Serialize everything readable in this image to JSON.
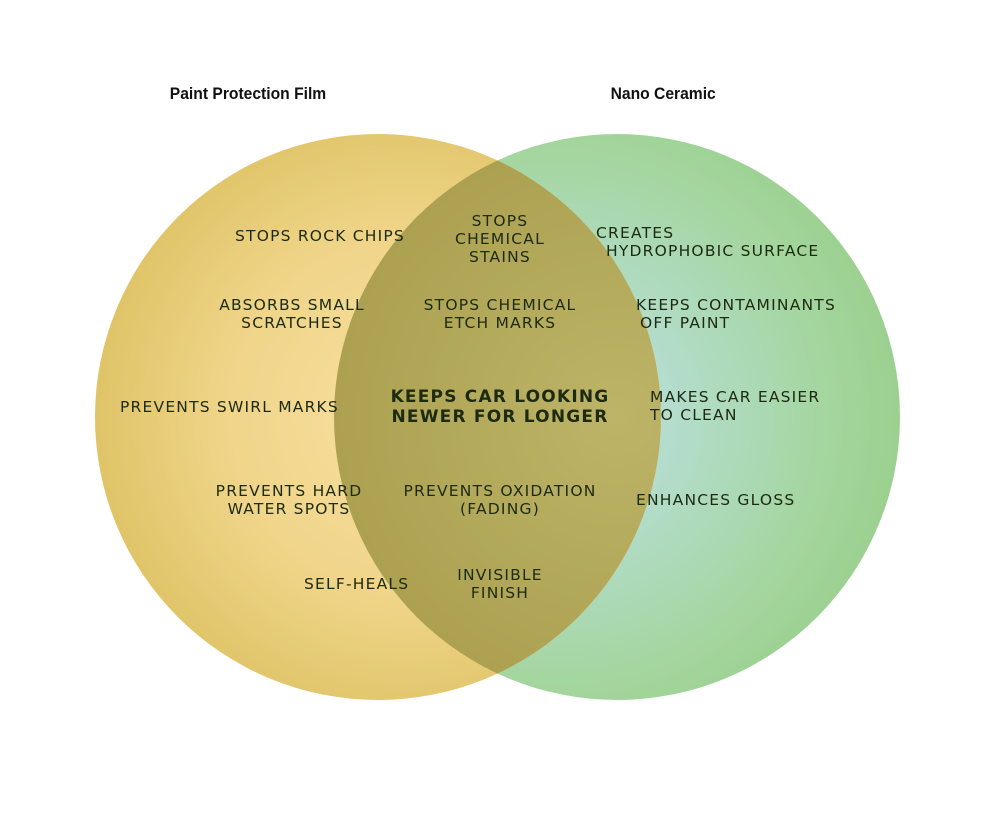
{
  "diagram": {
    "colors": {
      "left_circle": "#e5c96a",
      "left_circle_light": "#f5dc95",
      "right_circle": "#a6d7a2",
      "right_circle_light": "#b9def0",
      "overlap": "#b3a857",
      "text": "#1c2a10"
    },
    "left_title": "Paint Protection Film",
    "right_title": "Nano Ceramic",
    "left_items": [
      [
        "STOPS ROCK CHIPS"
      ],
      [
        "ABSORBS SMALL",
        "SCRATCHES"
      ],
      [
        "PREVENTS SWIRL MARKS"
      ],
      [
        "PREVENTS HARD",
        "WATER SPOTS"
      ],
      [
        "SELF-HEALS"
      ]
    ],
    "overlap_items": [
      [
        "STOPS",
        "CHEMICAL",
        "STAINS"
      ],
      [
        "STOPS CHEMICAL",
        "ETCH MARKS"
      ],
      [
        "KEEPS CAR LOOKING",
        "NEWER FOR LONGER"
      ],
      [
        "PREVENTS OXIDATION",
        "(FADING)"
      ],
      [
        "INVISIBLE",
        "FINISH"
      ]
    ],
    "right_items": [
      [
        "CREATES",
        "HYDROPHOBIC SURFACE"
      ],
      [
        "KEEPS CONTAMINANTS",
        "OFF PAINT"
      ],
      [
        "MAKES CAR EASIER",
        "TO CLEAN"
      ],
      [
        "ENHANCES GLOSS"
      ]
    ]
  }
}
